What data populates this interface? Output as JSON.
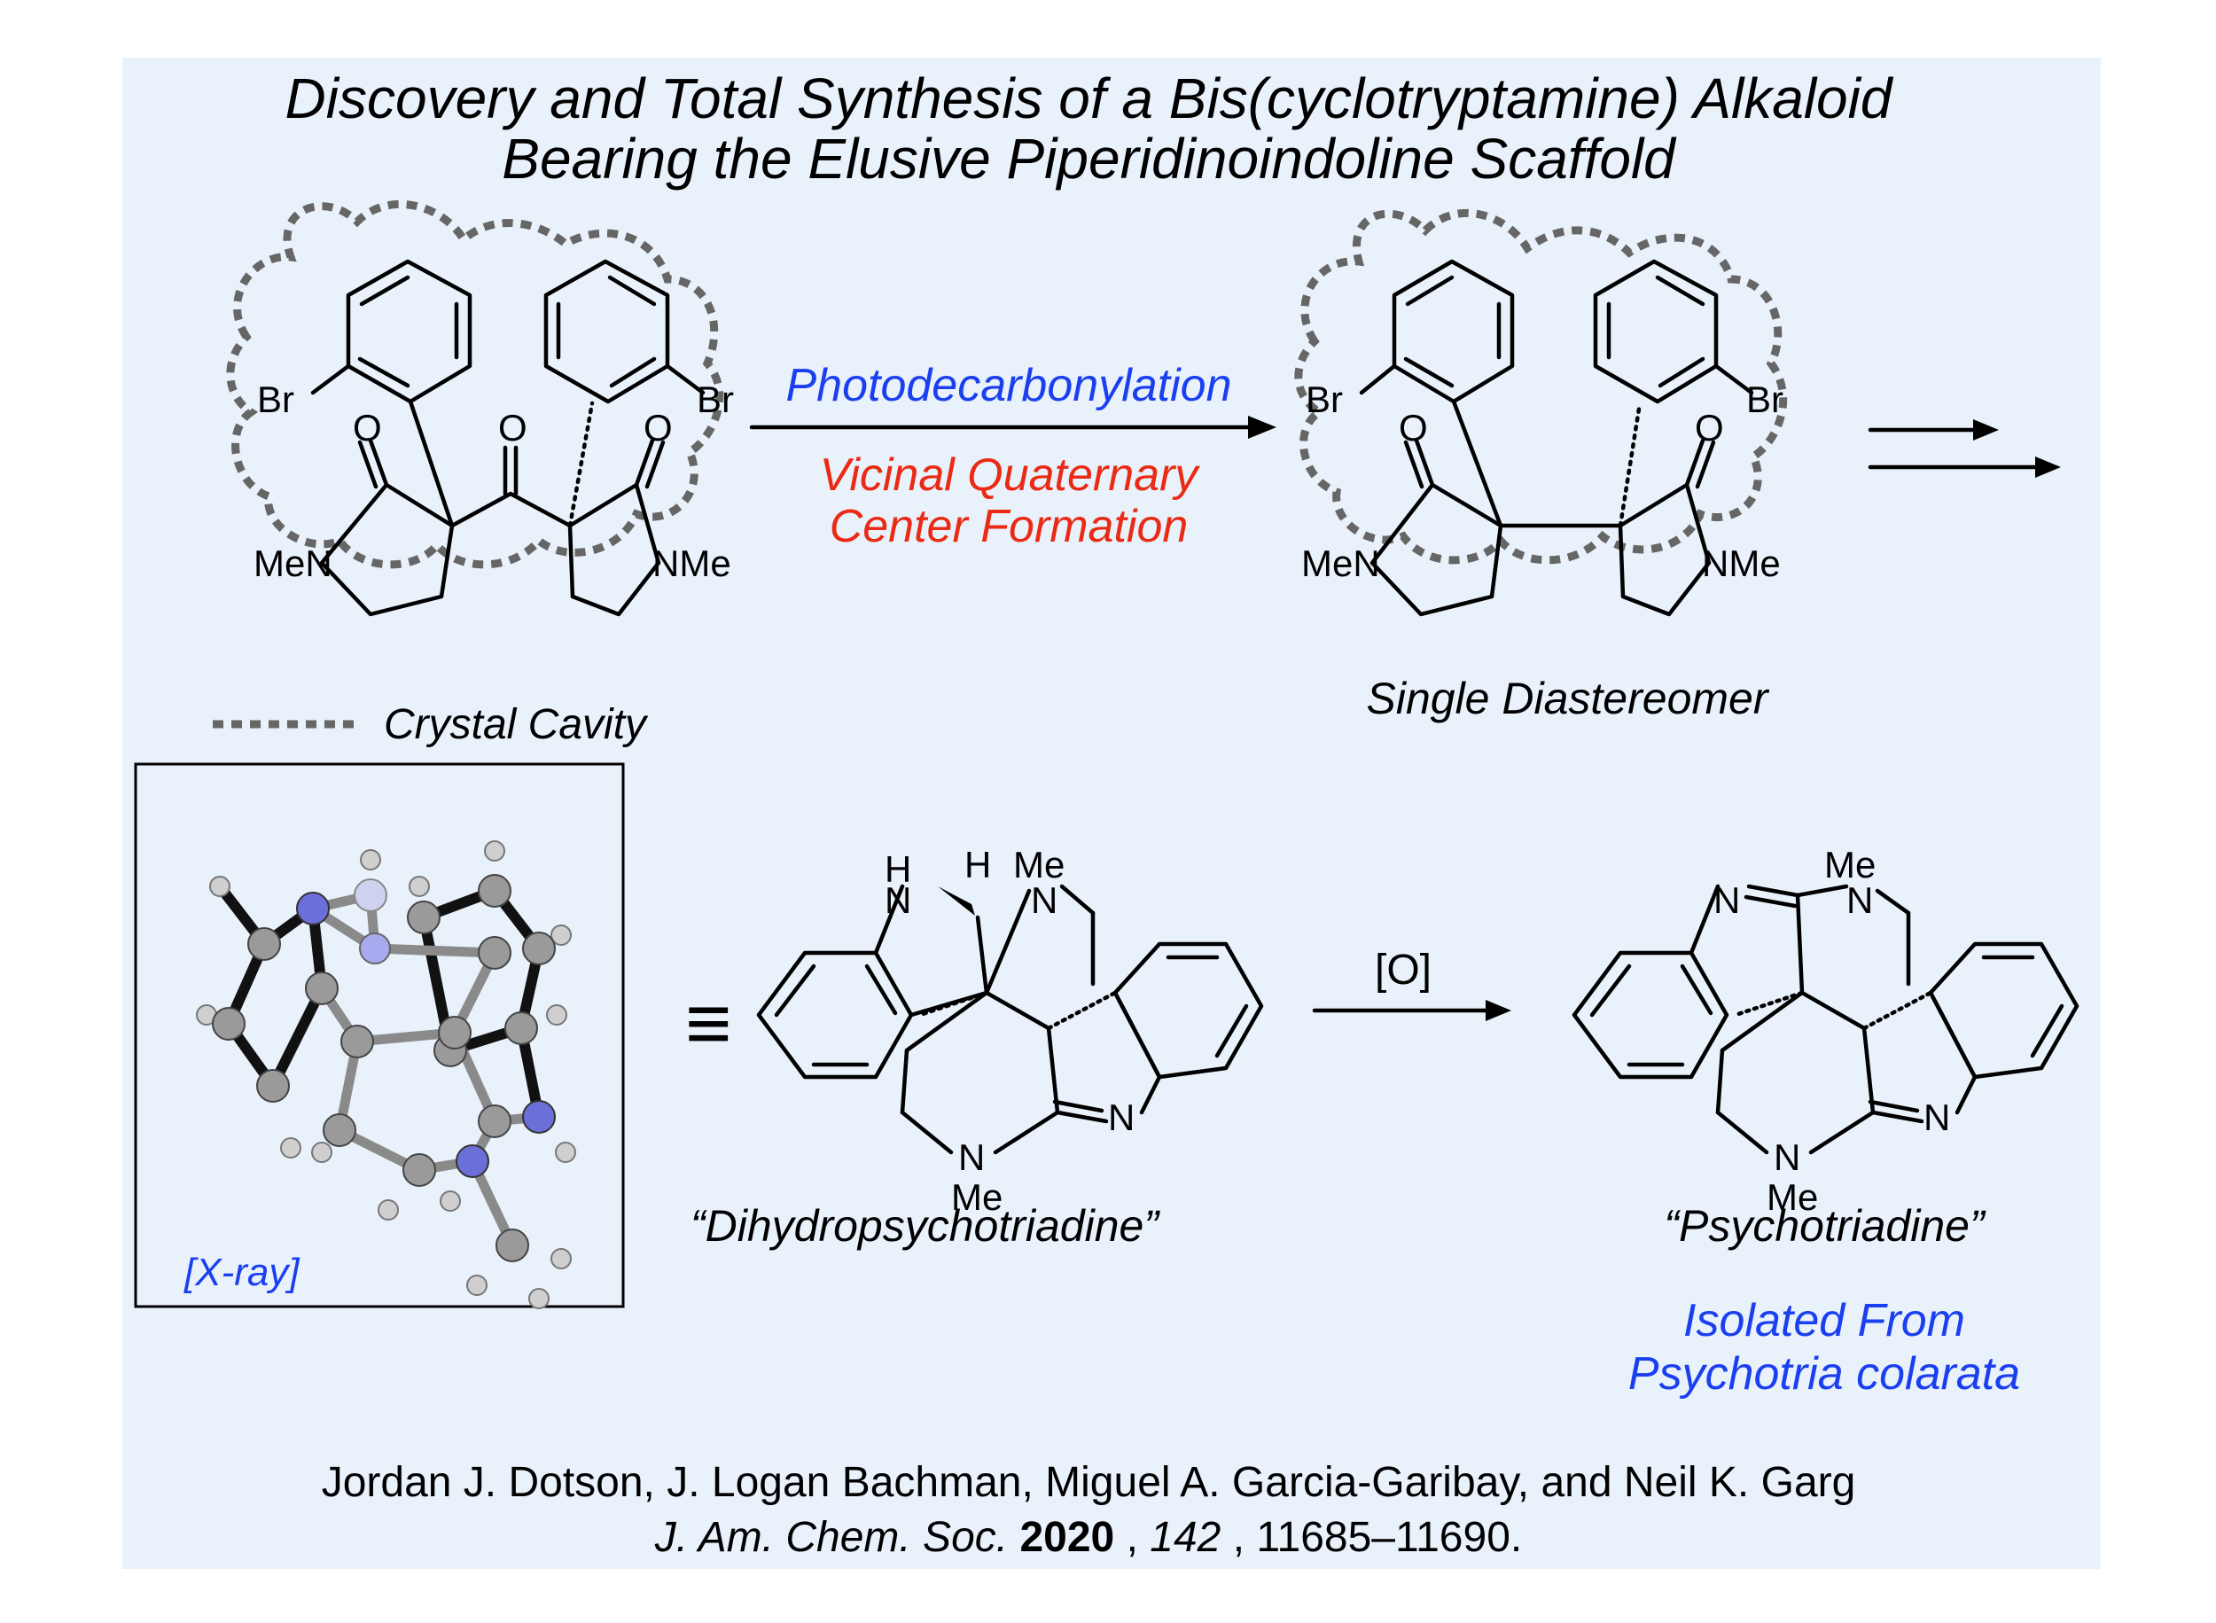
{
  "colors": {
    "panel_background": "#e9f1fb",
    "blue_text": "#1a3ff0",
    "red_text": "#ea2a14",
    "cavity_dash": "#666666"
  },
  "title": {
    "line1": "Discovery and Total Synthesis of a Bis(cyclotryptamine) Alkaloid",
    "line2": "Bearing the Elusive Piperidinoindoline Scaffold"
  },
  "step1": {
    "reagent_label": "Photodecarbonylation",
    "result_line1": "Vicinal Quaternary",
    "result_line2": "Center Formation"
  },
  "legend": {
    "label": "Crystal Cavity"
  },
  "product1": {
    "label": "Single Diastereomer"
  },
  "xray": {
    "label": "[X-ray]"
  },
  "equivalence_symbol": "≡",
  "compound_a": {
    "name": "“Dihydropsychotriadine”"
  },
  "step2": {
    "reagent": "[O]"
  },
  "compound_b": {
    "name": "“Psychotriadine”",
    "source_line1": "Isolated From",
    "source_line2": "Psychotria colarata"
  },
  "atoms": {
    "br": "Br",
    "o": "O",
    "men": "MeN",
    "nme": "NMe",
    "n": "N",
    "h": "H",
    "me": "Me"
  },
  "citation": {
    "authors": "Jordan J. Dotson, J. Logan Bachman, Miguel A. Garcia-Garibay, and Neil K. Garg",
    "journal": "J. Am. Chem. Soc.",
    "year": "2020",
    "volume": "142",
    "pages": ", 11685–11690."
  }
}
